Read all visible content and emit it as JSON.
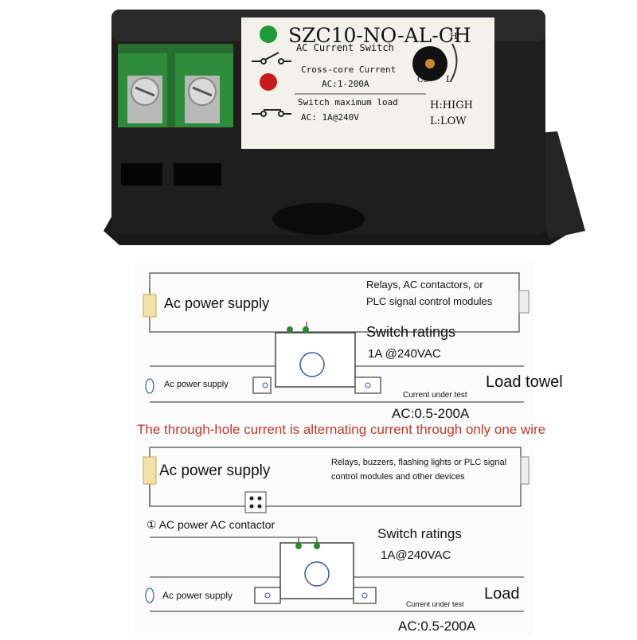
{
  "product": {
    "model": "SZC10-NO-AL-CH",
    "subtitle": "AC Current Switch",
    "cross_core_label": "Cross-core Current",
    "cross_core_range": "AC:1-200A",
    "max_load_label": "Switch maximum load",
    "max_load_value": "AC: 1A@240V",
    "cs_label": "CS",
    "h_label": "H",
    "l_label": "L",
    "high_legend": "H:HIGH",
    "low_legend": "L:LOW"
  },
  "diagram1": {
    "supply_label": "Ac power supply",
    "relay_line1": "Relays, AC contactors, or",
    "relay_line2": "PLC signal control modules",
    "switch_ratings": "Switch ratings",
    "rating_value": "1A @240VAC",
    "small_supply": "Ac power supply",
    "load_label": "Load towel",
    "current_test": "Current under test",
    "current_range": "AC:0.5-200A"
  },
  "note": "The through-hole current is alternating current through only one wire",
  "diagram2": {
    "supply_label": "Ac power supply",
    "relay_line1": "Relays, buzzers, flashing lights or PLC signal",
    "relay_line2": "control modules and other devices",
    "contactor_label": "① AC power AC contactor",
    "switch_ratings": "Switch ratings",
    "rating_value": "1A@240VAC",
    "small_supply": "Ac power supply",
    "load_label": "Load",
    "current_test": "Current under test",
    "current_range": "AC:0.5-200A"
  },
  "colors": {
    "housing": "#1e1e1e",
    "terminal_green": "#2e8b3a",
    "led_green": "#1f9a3a",
    "led_red": "#c91b1b",
    "note_red": "#c0392b",
    "line": "#555555"
  }
}
